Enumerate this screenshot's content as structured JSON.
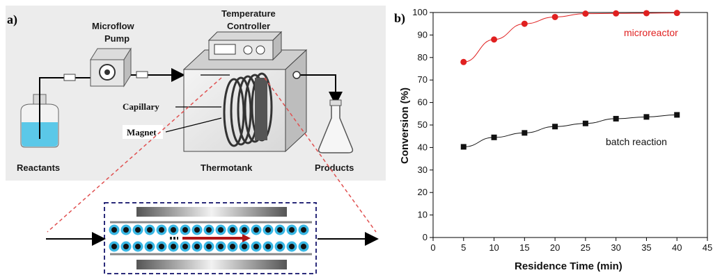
{
  "panel_a": {
    "label": "a)",
    "labels": {
      "pump": "Microflow Pump",
      "controller": "Temperature Controller",
      "capillary": "Capillary",
      "magnet": "Magnet",
      "reactants": "Reactants",
      "thermotank": "Thermotank",
      "products": "Products"
    },
    "colors": {
      "liquid": "#5bc8e8",
      "bead": "#38b6e3",
      "arrow": "#b01515",
      "zoom_line": "#e05050",
      "frame": "#2b2b7a"
    }
  },
  "panel_b": {
    "label": "b)"
  },
  "chart_data": {
    "type": "line",
    "x": [
      5,
      10,
      15,
      20,
      25,
      30,
      35,
      40
    ],
    "series": [
      {
        "name": "microreactor",
        "values": [
          78,
          88,
          95,
          98,
          99.5,
          99.6,
          99.7,
          99.8
        ],
        "color": "#e02020",
        "marker": "circle"
      },
      {
        "name": "batch reaction",
        "values": [
          40.3,
          44.5,
          46.5,
          49.3,
          50.7,
          52.8,
          53.6,
          54.5
        ],
        "color": "#111111",
        "marker": "square"
      }
    ],
    "xlabel": "Residence Time (min)",
    "ylabel": "Conversion (%)",
    "xlim": [
      0,
      45
    ],
    "ylim": [
      0,
      100
    ],
    "xticks": [
      "0",
      "5",
      "10",
      "15",
      "20",
      "25",
      "30",
      "35",
      "40",
      "45"
    ],
    "yticks": [
      "0",
      "10",
      "20",
      "30",
      "40",
      "50",
      "60",
      "70",
      "80",
      "90",
      "100"
    ],
    "grid": false,
    "legend": "inline labels"
  }
}
